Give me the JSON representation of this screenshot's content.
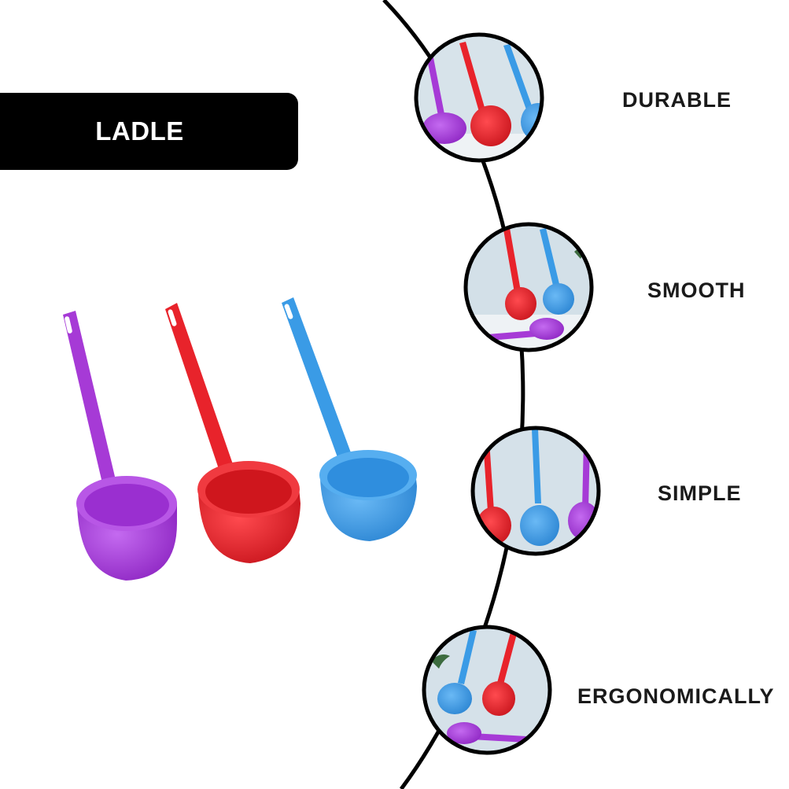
{
  "title": "LADLE",
  "features": [
    {
      "label": "DURABLE"
    },
    {
      "label": "SMOOTH"
    },
    {
      "label": "SIMPLE"
    },
    {
      "label": "ERGONOMICALLY"
    }
  ],
  "colors": {
    "purple": "#a63ad6",
    "red": "#e8232b",
    "blue": "#3a9be6",
    "line": "#000000",
    "banner": "#000000"
  }
}
